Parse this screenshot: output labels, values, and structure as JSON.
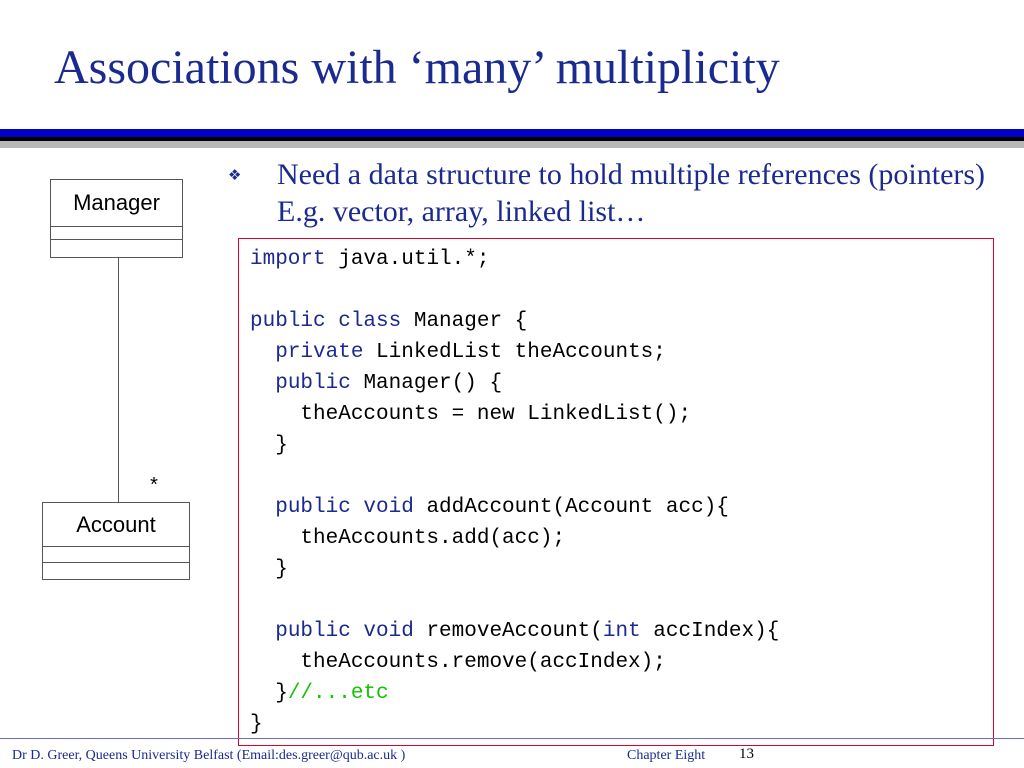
{
  "slide": {
    "title": "Associations with ‘many’ multiplicity",
    "bullet_glyph": "❖",
    "bullet_text": "Need a data structure to hold multiple references (pointers) E.g. vector, array, linked list…"
  },
  "uml": {
    "class_top": {
      "name": "Manager"
    },
    "class_bottom": {
      "name": "Account"
    },
    "multiplicity": "*"
  },
  "code": {
    "lines": [
      [
        [
          "kw",
          "import"
        ],
        [
          "t",
          " java.util.*;"
        ]
      ],
      [],
      [
        [
          "kw",
          "public class"
        ],
        [
          "t",
          " Manager {"
        ]
      ],
      [
        [
          "t",
          "  "
        ],
        [
          "kw",
          "private"
        ],
        [
          "t",
          " LinkedList theAccounts;"
        ]
      ],
      [
        [
          "t",
          "  "
        ],
        [
          "kw",
          "public"
        ],
        [
          "t",
          " Manager() {"
        ]
      ],
      [
        [
          "t",
          "    theAccounts = new LinkedList();"
        ]
      ],
      [
        [
          "t",
          "  }"
        ]
      ],
      [],
      [
        [
          "t",
          "  "
        ],
        [
          "kw",
          "public void"
        ],
        [
          "t",
          " addAccount(Account acc){"
        ]
      ],
      [
        [
          "t",
          "    theAccounts.add(acc);"
        ]
      ],
      [
        [
          "t",
          "  }"
        ]
      ],
      [],
      [
        [
          "t",
          "  "
        ],
        [
          "kw",
          "public void"
        ],
        [
          "t",
          " removeAccount("
        ],
        [
          "kw",
          "int"
        ],
        [
          "t",
          " accIndex){"
        ]
      ],
      [
        [
          "t",
          "    theAccounts.remove(accIndex);"
        ]
      ],
      [
        [
          "t",
          "  }"
        ],
        [
          "cm",
          "//...etc"
        ]
      ],
      [
        [
          "t",
          "}"
        ]
      ]
    ]
  },
  "footer": {
    "author": "Dr D. Greer, Queens University Belfast (Email:des.greer@qub.ac.uk )",
    "chapter": "Chapter Eight",
    "page": "13"
  },
  "colors": {
    "title": "#1a2a8f",
    "keyword": "#1a2a8f",
    "comment": "#13c400",
    "code_border": "#e0002a"
  }
}
